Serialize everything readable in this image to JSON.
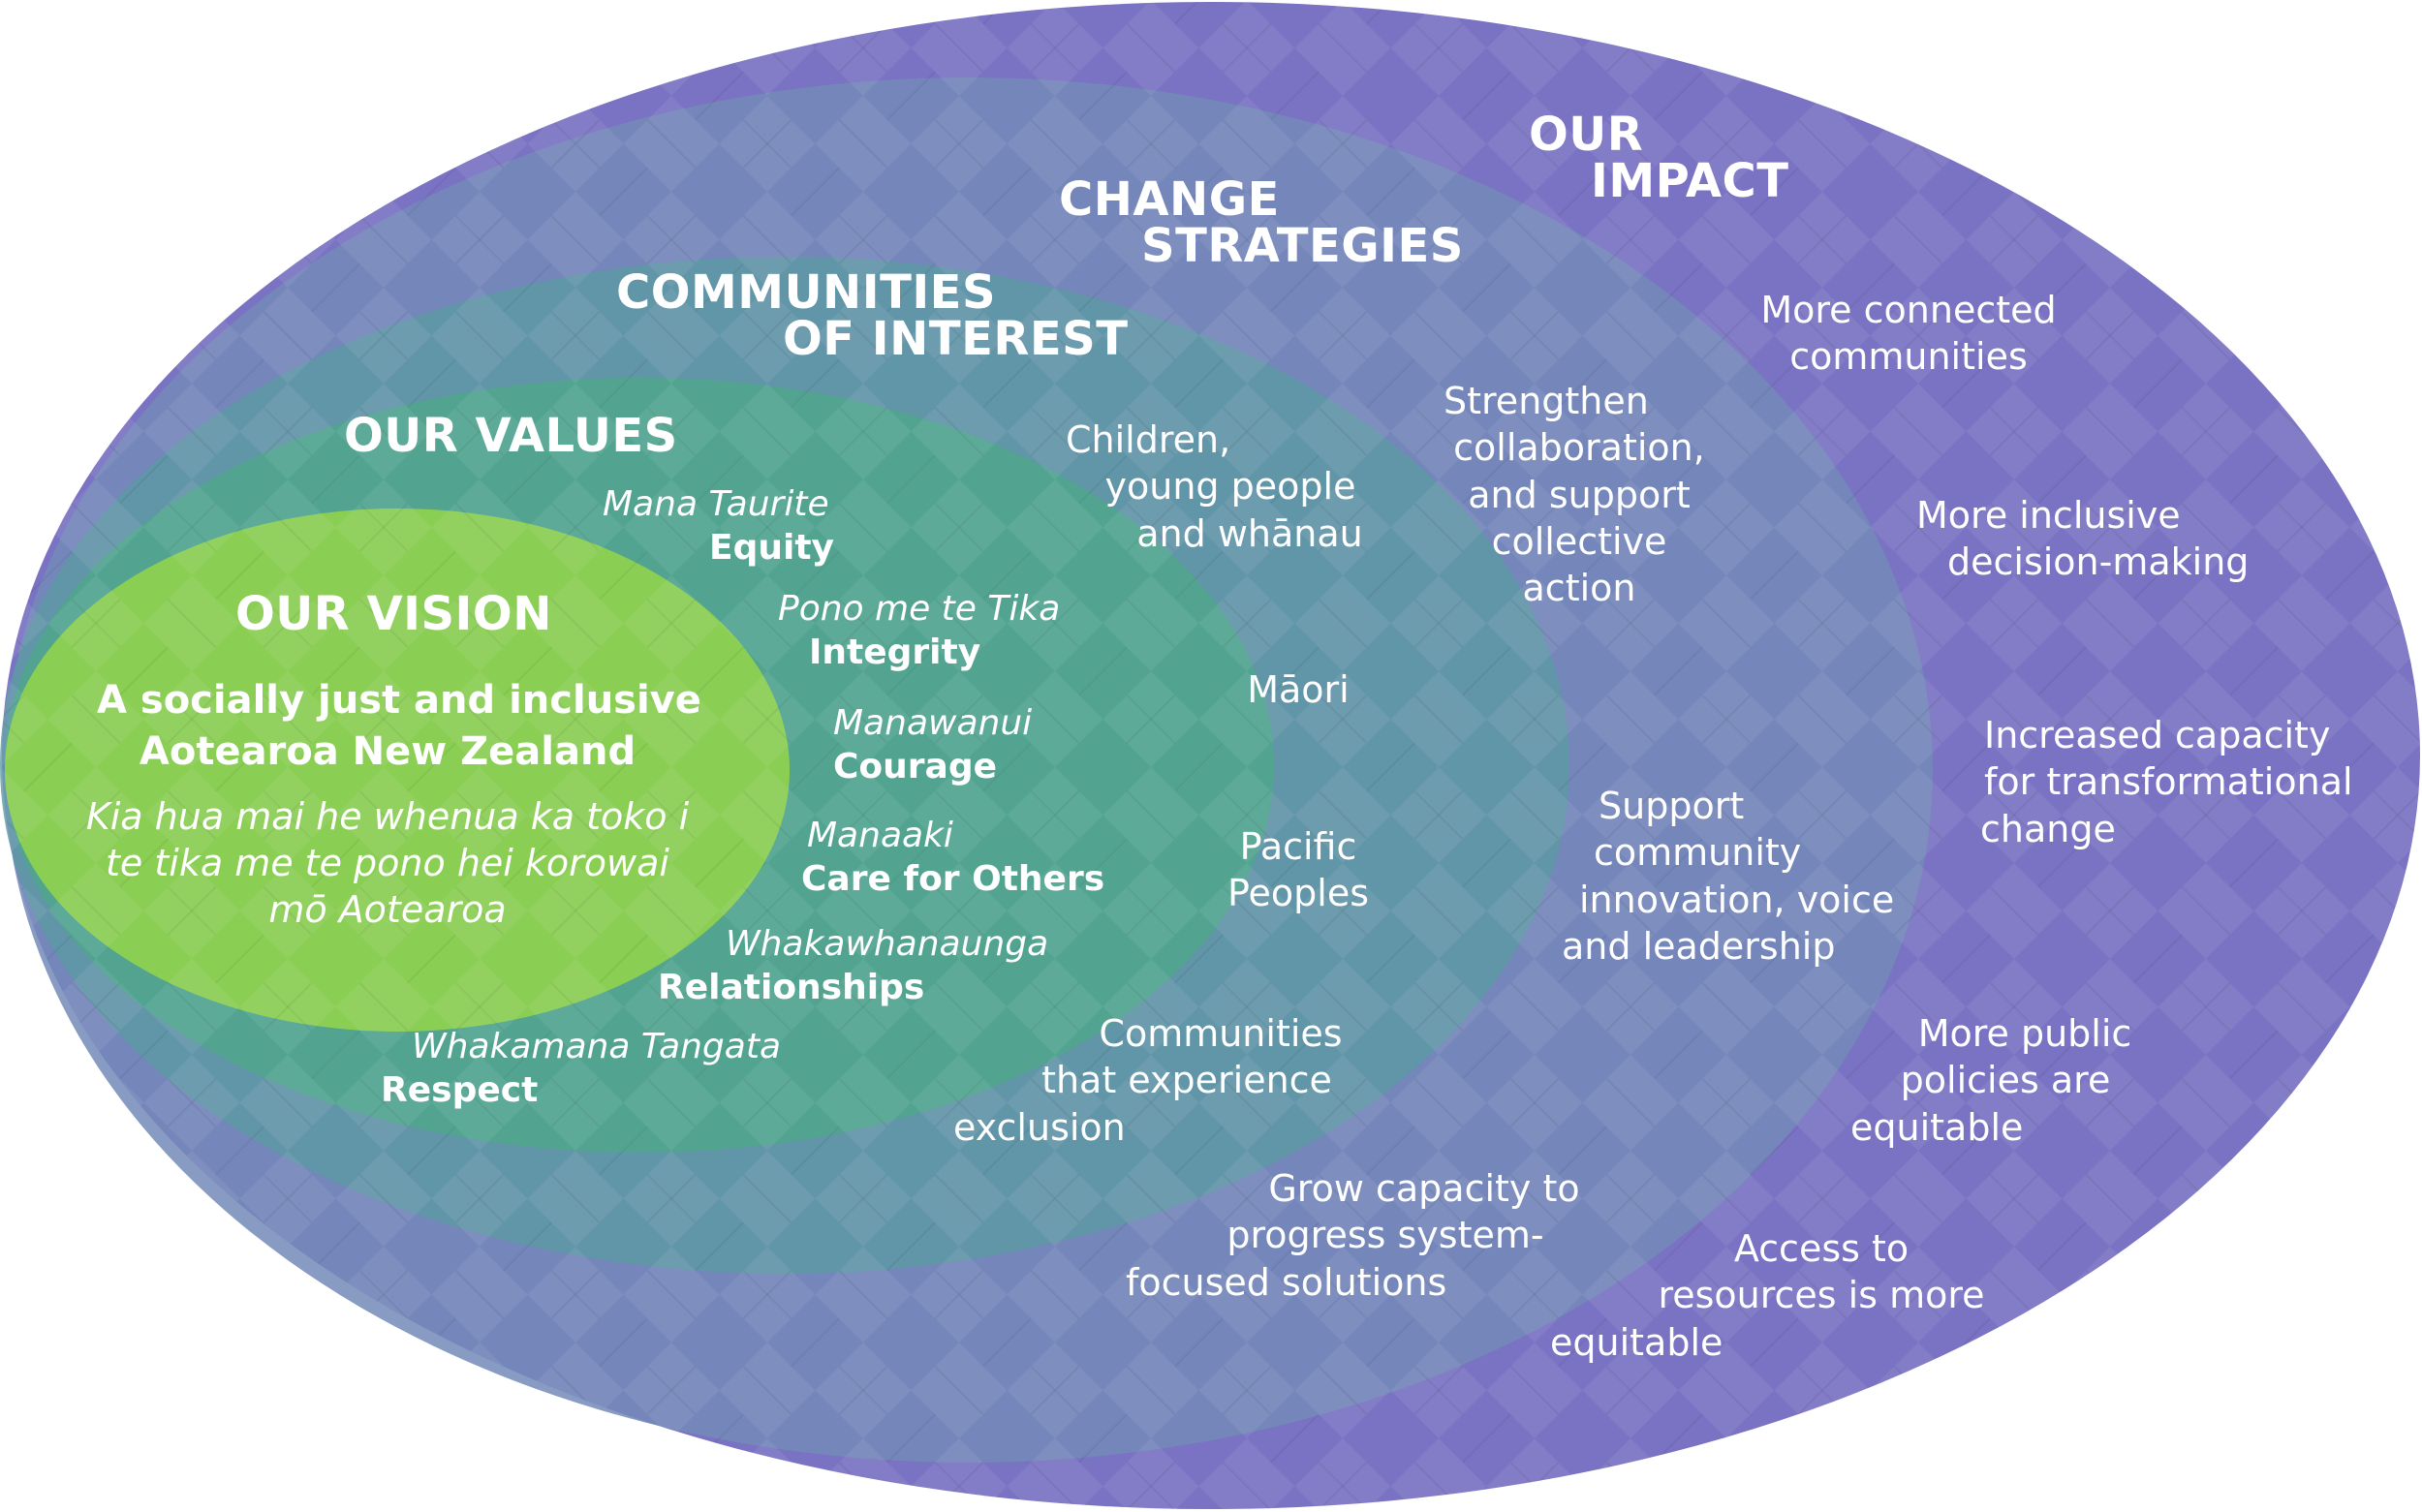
{
  "colors": {
    "impact": "#7a72c2",
    "strategies": "#7389b8",
    "communities": "#5d98a4",
    "values": "#4fa78a",
    "vision": "#8fd14f",
    "text": "#ffffff"
  },
  "impact": {
    "heading": [
      "OUR",
      "IMPACT"
    ],
    "items": [
      [
        "More connected",
        "communities"
      ],
      [
        "More inclusive",
        "decision-making"
      ],
      [
        "Increased capacity",
        "for transformational",
        "change"
      ],
      [
        "More public",
        "policies are",
        "equitable"
      ],
      [
        "Access to",
        "resources is more",
        "equitable"
      ]
    ]
  },
  "strategies": {
    "heading": [
      "CHANGE",
      "STRATEGIES"
    ],
    "items": [
      [
        "Strengthen",
        "collaboration,",
        "and support",
        "collective",
        "action"
      ],
      [
        "Support",
        "community",
        "innovation, voice",
        "and leadership"
      ],
      [
        "Grow capacity to",
        "progress system-",
        "focused solutions"
      ]
    ]
  },
  "communities": {
    "heading": [
      "COMMUNITIES",
      "OF INTEREST"
    ],
    "items": [
      [
        "Children,",
        "young people",
        "and whānau"
      ],
      [
        "Māori"
      ],
      [
        "Pacific",
        "Peoples"
      ],
      [
        "Communities",
        "that experience",
        "exclusion"
      ]
    ]
  },
  "values": {
    "heading": "OUR VALUES",
    "items": [
      {
        "maori": "Mana Taurite",
        "english": "Equity"
      },
      {
        "maori": "Pono me te Tika",
        "english": "Integrity"
      },
      {
        "maori": "Manawanui",
        "english": "Courage"
      },
      {
        "maori": "Manaaki",
        "english": "Care for Others"
      },
      {
        "maori": "Whakawhanaunga",
        "english": "Relationships"
      },
      {
        "maori": "Whakamana Tangata",
        "english": "Respect"
      }
    ]
  },
  "vision": {
    "heading": "OUR VISION",
    "statement": [
      "A socially just and inclusive",
      "Aotearoa New Zealand"
    ],
    "maori": [
      "Kia hua mai he whenua ka toko i",
      "te tika me te pono hei korowai",
      "mō Aotearoa"
    ]
  }
}
